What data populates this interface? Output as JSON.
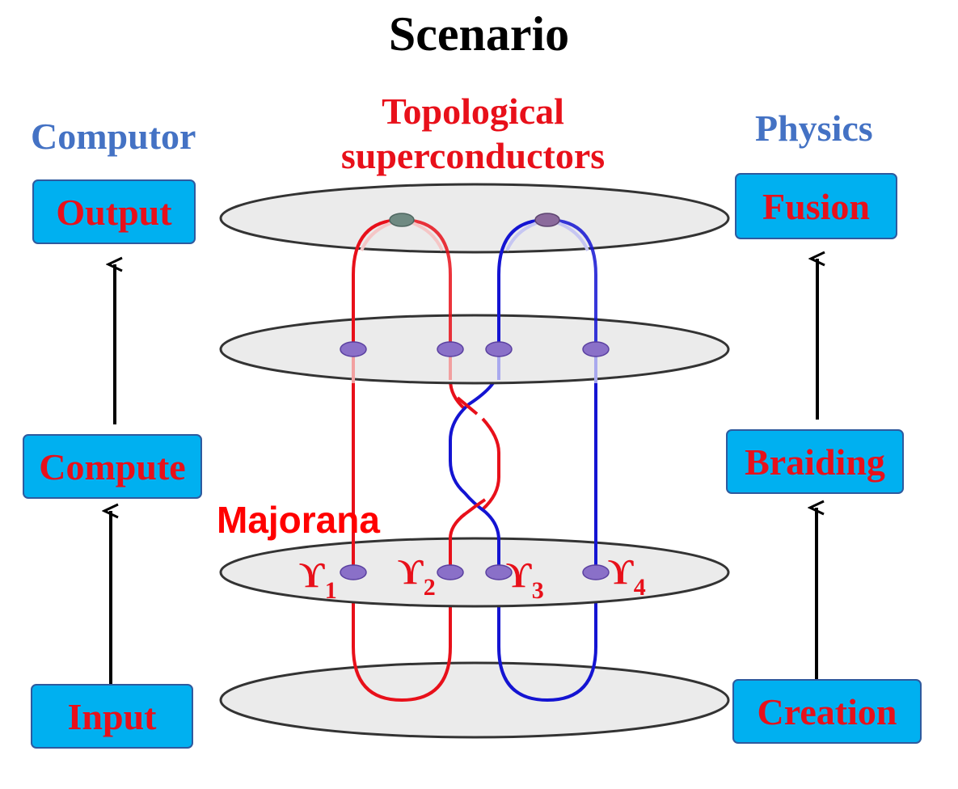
{
  "title": "Scenario",
  "left_column": {
    "heading": "Computor",
    "boxes": {
      "top": "Output",
      "middle": "Compute",
      "bottom": "Input"
    }
  },
  "right_column": {
    "heading": "Physics",
    "boxes": {
      "top": "Fusion",
      "middle": "Braiding",
      "bottom": "Creation"
    }
  },
  "center": {
    "heading_line1": "Topological",
    "heading_line2": "superconductors",
    "majorana_label": "Majorana",
    "modes": [
      {
        "symbol": "ϒ",
        "index": "1"
      },
      {
        "symbol": "ϒ",
        "index": "2"
      },
      {
        "symbol": "ϒ",
        "index": "3"
      },
      {
        "symbol": "ϒ",
        "index": "4"
      }
    ]
  },
  "colors": {
    "box_fill": "#00b0f0",
    "box_text": "#e8101a",
    "heading_blue": "#4472c4",
    "worldline_red": "#e8101a",
    "worldline_blue": "#1414d2",
    "anyon_purple": "#8a70c8",
    "disk_fill": "#ebebeb"
  }
}
